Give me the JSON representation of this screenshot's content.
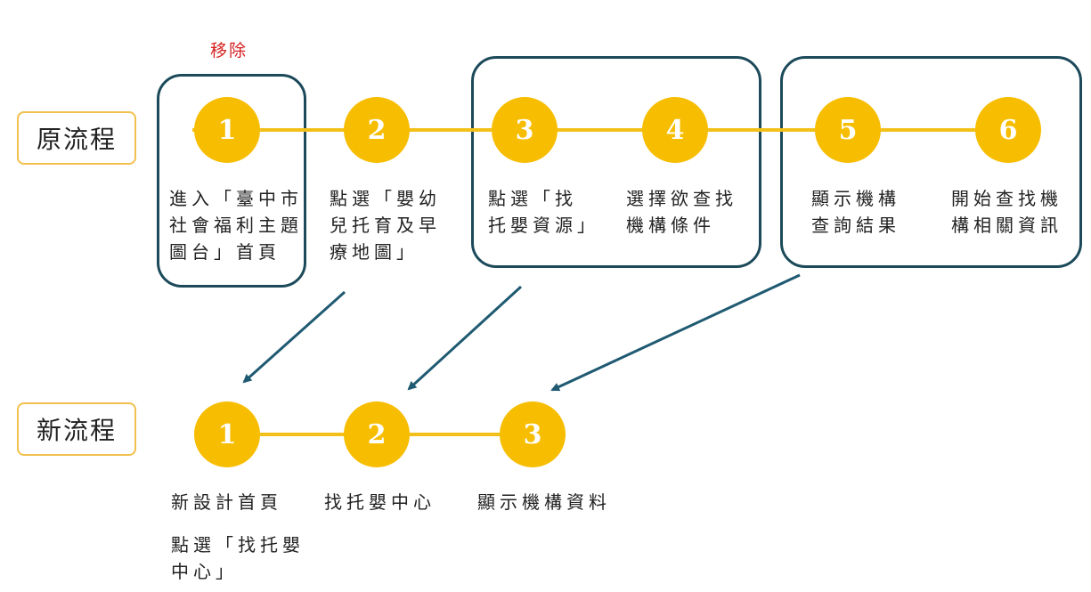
{
  "colors": {
    "node": "#f7bd00",
    "line": "#f2c018",
    "box_border": "#1c4a5a",
    "label_border": "#f2c04e",
    "remove_note": "#d42020",
    "arrow": "#1f5a72"
  },
  "original": {
    "label": "原流程",
    "remove_note": "移除",
    "steps": [
      {
        "number": "1",
        "text": "進入「臺中市\n社會福利主題\n圖台」首頁"
      },
      {
        "number": "2",
        "text": "點選「嬰幼\n兒托育及早\n療地圖」"
      },
      {
        "number": "3",
        "text": "點選「找\n托嬰資源」"
      },
      {
        "number": "4",
        "text": "選擇欲查找\n機構條件"
      },
      {
        "number": "5",
        "text": "顯示機構\n查詢結果"
      },
      {
        "number": "6",
        "text": "開始查找機\n構相關資訊"
      }
    ]
  },
  "new": {
    "label": "新流程",
    "steps": [
      {
        "number": "1",
        "text": "新設計首頁"
      },
      {
        "number": "2",
        "text": "找托嬰中心"
      },
      {
        "number": "3",
        "text": "顯示機構資料"
      }
    ],
    "note": "點選「找托嬰\n中心」"
  }
}
